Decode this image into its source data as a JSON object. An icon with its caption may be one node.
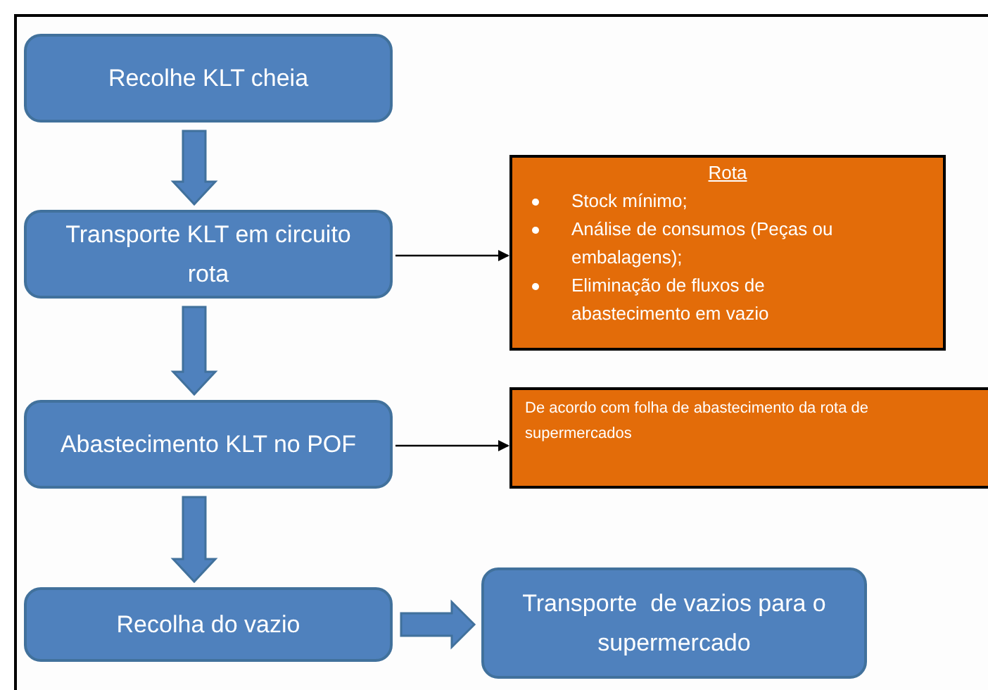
{
  "diagram": {
    "nodes": [
      {
        "text": [
          "Recolhe KLT cheia"
        ]
      },
      {
        "text": [
          "Transporte KLT em circuito rota"
        ]
      },
      {
        "text": [
          "Rota",
          "Stock mínimo;",
          "Análise de consumos (Peças ou embalagens);",
          "Eliminação de fluxos de abastecimento em vazio"
        ]
      },
      {
        "text": [
          "Abastecimento KLT no POF"
        ]
      },
      {
        "text": [
          "De acordo com folha de abastecimento da rota de supermercados"
        ]
      },
      {
        "text": [
          "Recolha do vazio"
        ]
      },
      {
        "text": [
          "Transporte  de vazios para o supermercado"
        ]
      }
    ],
    "edges": [
      {
        "from": 0,
        "to": 1,
        "arrow": "to",
        "style": "thick"
      },
      {
        "from": 1,
        "to": 2,
        "arrow": "to"
      },
      {
        "from": 1,
        "to": 3,
        "arrow": "to",
        "style": "thick"
      },
      {
        "from": 3,
        "to": 4,
        "arrow": "to"
      },
      {
        "from": 3,
        "to": 5,
        "arrow": "to",
        "style": "thick"
      },
      {
        "from": 5,
        "to": 6,
        "arrow": "to",
        "style": "thick"
      }
    ]
  }
}
